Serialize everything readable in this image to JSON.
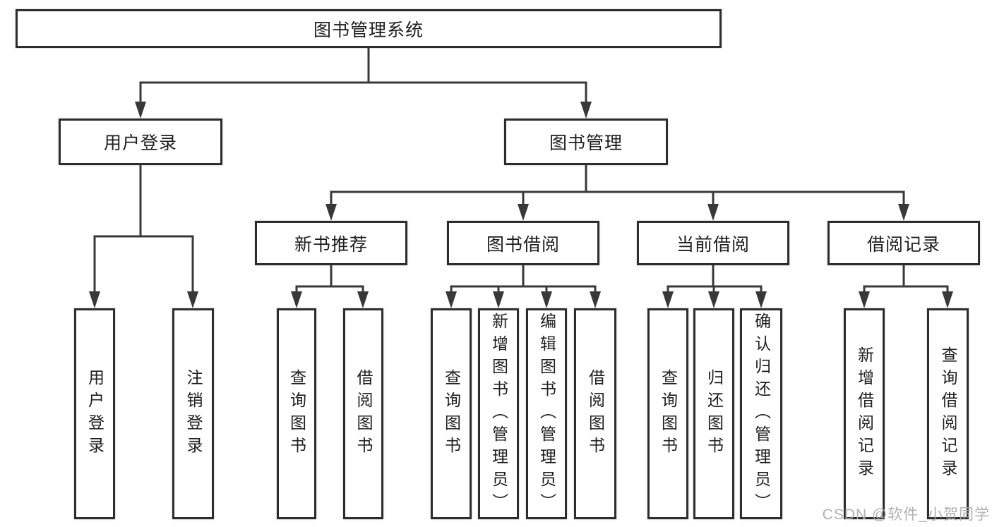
{
  "nodes": {
    "root": {
      "label": "图书管理系统"
    },
    "user_login": {
      "label": "用户登录",
      "children": [
        {
          "label": "用户登录"
        },
        {
          "label": "注销登录"
        }
      ]
    },
    "book_mgmt": {
      "label": "图书管理",
      "children": [
        {
          "label": "新书推荐",
          "children": [
            {
              "label": "查询图书"
            },
            {
              "label": "借阅图书"
            }
          ]
        },
        {
          "label": "图书借阅",
          "children": [
            {
              "label": "查询图书"
            },
            {
              "label": "新增图书（管理员）"
            },
            {
              "label": "编辑图书（管理员）"
            },
            {
              "label": "借阅图书"
            }
          ]
        },
        {
          "label": "当前借阅",
          "children": [
            {
              "label": "查询图书"
            },
            {
              "label": "归还图书"
            },
            {
              "label": "确认归还（管理员）"
            }
          ]
        },
        {
          "label": "借阅记录",
          "children": [
            {
              "label": "新增借阅记录"
            },
            {
              "label": "查询借阅记录"
            }
          ]
        }
      ]
    }
  },
  "watermark": {
    "text": "CSDN @软件_小贺同学"
  },
  "colors": {
    "line": "#383838",
    "box_border": "#2d2d2d",
    "text": "#1e1e1e",
    "watermark": "#acacac",
    "background": "#ffffff"
  }
}
